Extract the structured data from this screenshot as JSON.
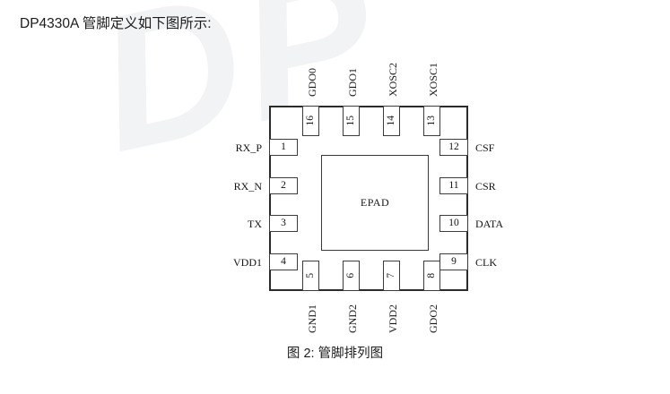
{
  "page": {
    "heading": "DP4330A 管脚定义如下图所示:",
    "caption": "图 2: 管脚排列图",
    "watermark_text": "DP",
    "colors": {
      "background": "#ffffff",
      "outline": "#2b2b2b",
      "pad_outline": "#3c3c3c",
      "text": "#1a1a1a",
      "watermark": "#f2f3f5"
    }
  },
  "diagram": {
    "package_label": "EPAD",
    "pins_top": [
      {
        "number": "16",
        "name": "GDO0"
      },
      {
        "number": "15",
        "name": "GDO1"
      },
      {
        "number": "14",
        "name": "XOSC2"
      },
      {
        "number": "13",
        "name": "XOSC1"
      }
    ],
    "pins_left": [
      {
        "number": "1",
        "name": "RX_P"
      },
      {
        "number": "2",
        "name": "RX_N"
      },
      {
        "number": "3",
        "name": "TX"
      },
      {
        "number": "4",
        "name": "VDD1"
      }
    ],
    "pins_bottom": [
      {
        "number": "5",
        "name": "GND1"
      },
      {
        "number": "6",
        "name": "GND2"
      },
      {
        "number": "7",
        "name": "VDD2"
      },
      {
        "number": "8",
        "name": "GDO2"
      }
    ],
    "pins_right": [
      {
        "number": "12",
        "name": "CSF"
      },
      {
        "number": "11",
        "name": "CSR"
      },
      {
        "number": "10",
        "name": "DATA"
      },
      {
        "number": "9",
        "name": "CLK"
      }
    ]
  }
}
